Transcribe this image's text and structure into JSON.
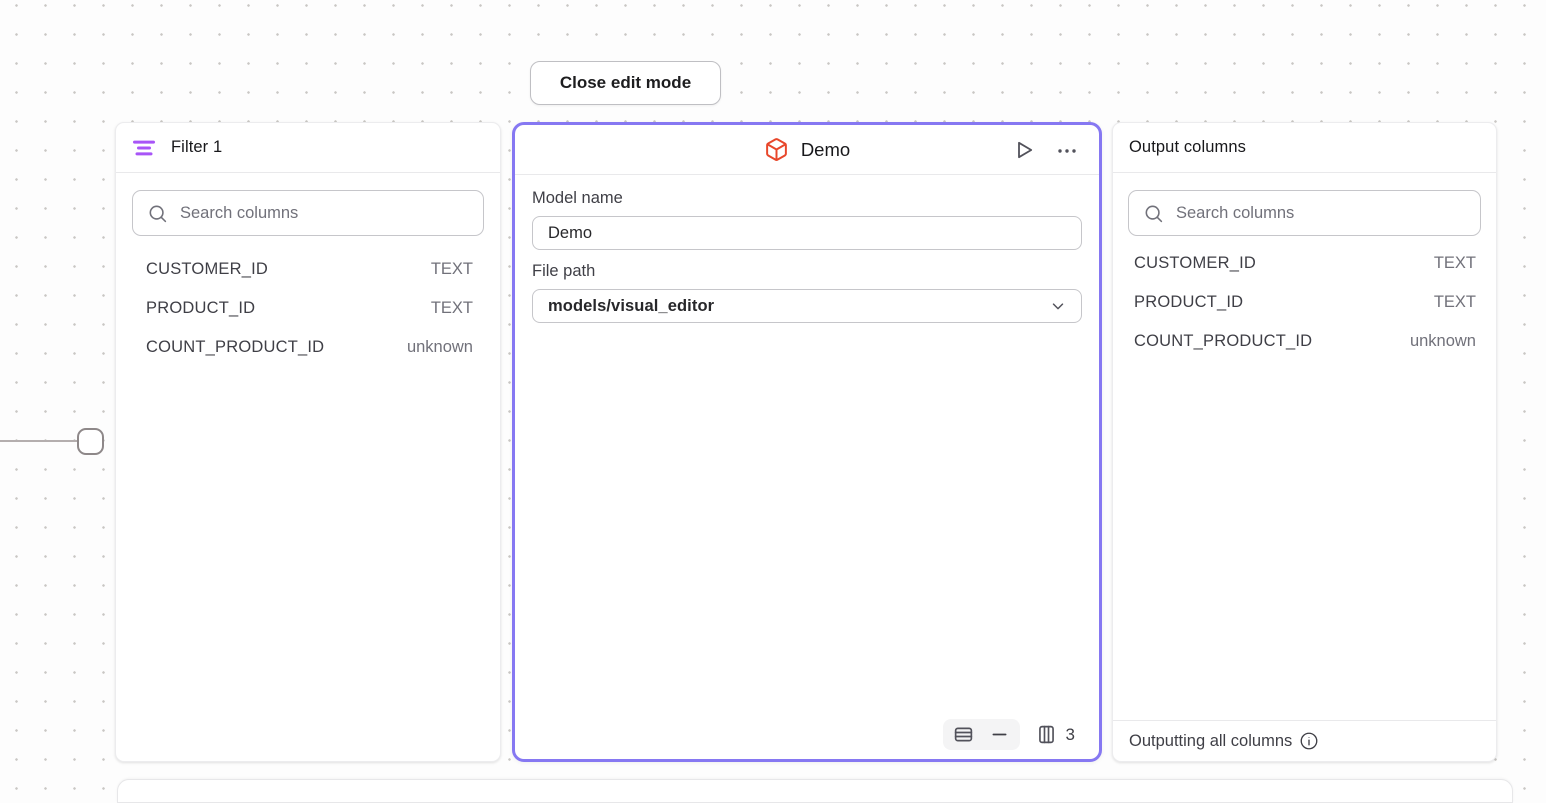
{
  "toolbar": {
    "close_edit_mode_label": "Close edit mode"
  },
  "filter_panel": {
    "title": "Filter 1",
    "icon": "filter-lines-icon",
    "search": {
      "placeholder": "Search columns",
      "icon": "search-icon"
    },
    "columns": [
      {
        "name": "CUSTOMER_ID",
        "type": "TEXT"
      },
      {
        "name": "PRODUCT_ID",
        "type": "TEXT"
      },
      {
        "name": "COUNT_PRODUCT_ID",
        "type": "unknown"
      }
    ]
  },
  "model_panel": {
    "title": "Demo",
    "icon": "cube-icon",
    "actions": [
      "run-icon",
      "more-options-icon"
    ],
    "fields": {
      "model_name": {
        "label": "Model name",
        "value": "Demo"
      },
      "file_path": {
        "label": "File path",
        "value": "models/visual_editor"
      }
    },
    "footer": {
      "icons": [
        "table-rows-icon",
        "minus-icon",
        "table-columns-icon"
      ],
      "column_count": "3"
    }
  },
  "output_panel": {
    "title": "Output columns",
    "search": {
      "placeholder": "Search columns",
      "icon": "search-icon"
    },
    "columns": [
      {
        "name": "CUSTOMER_ID",
        "type": "TEXT"
      },
      {
        "name": "PRODUCT_ID",
        "type": "TEXT"
      },
      {
        "name": "COUNT_PRODUCT_ID",
        "type": "unknown"
      }
    ],
    "footer": {
      "text": "Outputting all columns",
      "icon": "info-icon"
    }
  },
  "colors": {
    "accent_purple": "#8678F2",
    "icon_purple": "#A855F7",
    "cube_orange": "#E8472B",
    "icon_gray": "#52525B",
    "text_dark": "#27272A",
    "text_muted": "#71717A"
  }
}
